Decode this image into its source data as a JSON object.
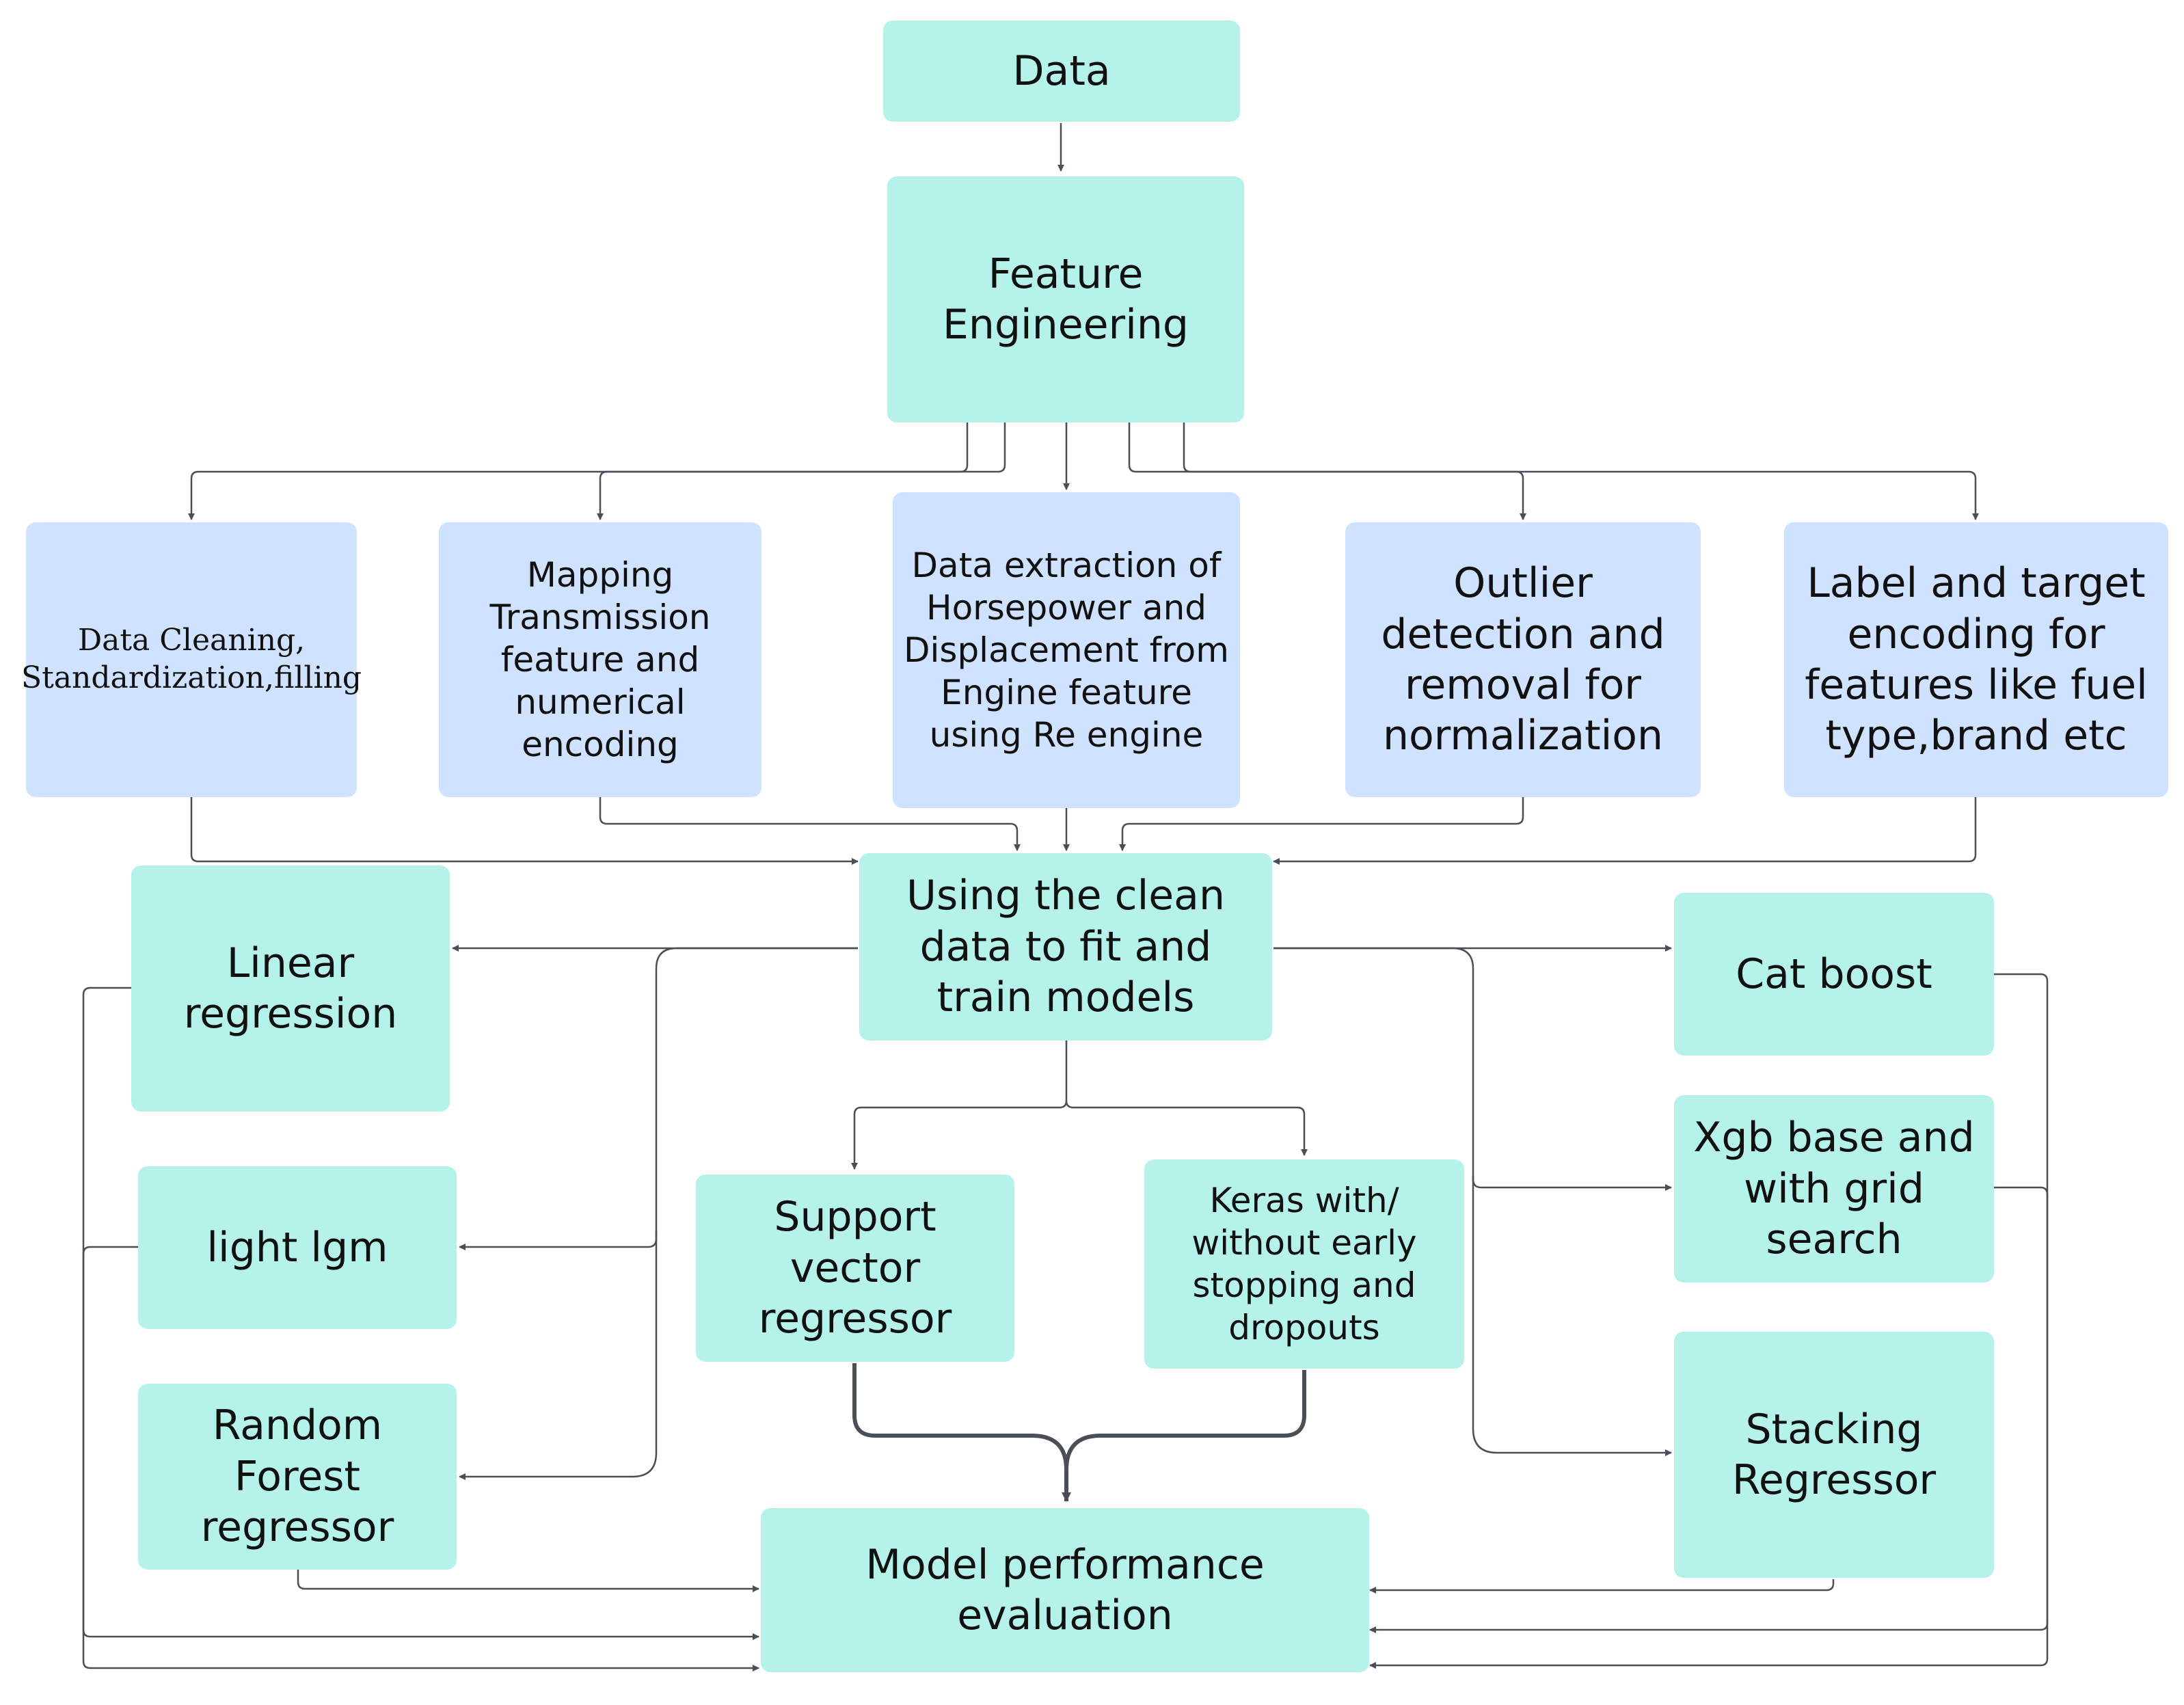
{
  "nodes": {
    "data": "Data",
    "feature_engineering": "Feature Engineering",
    "data_cleaning": "Data Cleaning, Standardization,filling",
    "mapping": "Mapping Transmission feature and numerical encoding",
    "extraction": "Data extraction of Horsepower and Displacement from Engine feature using Re engine",
    "outlier": "Outlier detection and removal for normalization",
    "label_encoding": "Label and target encoding for features like fuel type,brand etc",
    "train_models": "Using the clean data to fit and train models",
    "linear_regression": "Linear regression",
    "light_lgm": "light lgm",
    "random_forest": "Random Forest regressor",
    "svr": "Support vector regressor",
    "keras": "Keras with/ without early stopping and dropouts",
    "cat_boost": "Cat boost",
    "xgb": "Xgb base and with grid search",
    "stacking": "Stacking Regressor",
    "evaluation": "Model performance evaluation"
  },
  "colors": {
    "model_node": "#b4f2ea",
    "preprocessing_node": "#cfe2ff",
    "connector": "#4a4f57"
  }
}
